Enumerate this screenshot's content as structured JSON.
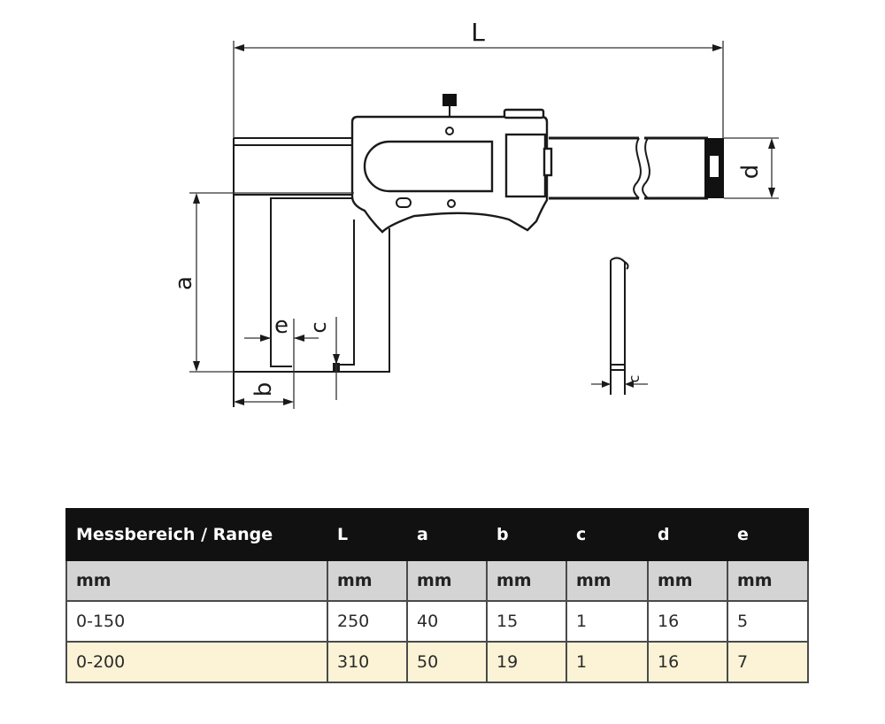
{
  "drawing": {
    "labels": {
      "L": "L",
      "a": "a",
      "b": "b",
      "c": "c",
      "d": "d",
      "e": "e"
    }
  },
  "table": {
    "headers": [
      "Messbereich / Range",
      "L",
      "a",
      "b",
      "c",
      "d",
      "e"
    ],
    "units": [
      "mm",
      "mm",
      "mm",
      "mm",
      "mm",
      "mm",
      "mm"
    ],
    "rows": [
      [
        "0-150",
        "250",
        "40",
        "15",
        "1",
        "16",
        "5"
      ],
      [
        "0-200",
        "310",
        "50",
        "19",
        "1",
        "16",
        "7"
      ]
    ],
    "colors": {
      "header_bg": "#111111",
      "units_bg": "#d4d4d4",
      "alt_row_bg": "#fcf3d6"
    }
  }
}
